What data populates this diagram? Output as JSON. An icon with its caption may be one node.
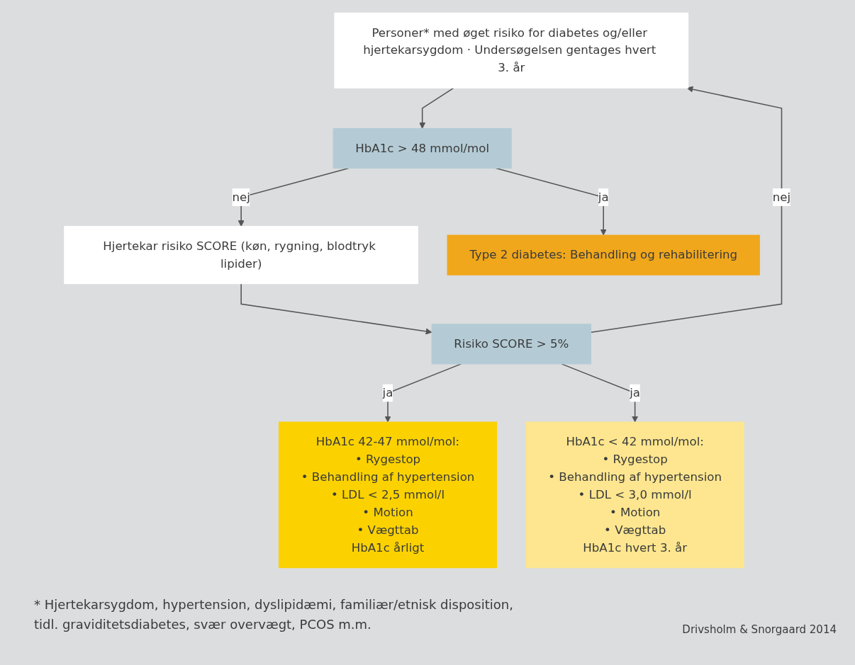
{
  "diagram": {
    "nodes": [
      {
        "text": [
          "Personer* med øget risiko for diabetes og/eller hjertekarsygdom · Undersøgelsen gentages hvert 3. år"
        ]
      },
      {
        "text": [
          "HbA1c > 48 mmol/mol"
        ]
      },
      {
        "text": [
          "Hjertekar risiko SCORE (køn, rygning, blodtryk lipider)"
        ]
      },
      {
        "text": [
          "Risiko SCORE > 5%"
        ]
      },
      {
        "text": [
          "Type 2 diabetes: Behandling og rehabilitering"
        ]
      },
      {
        "text": [
          "HbA1c 42-47 mmol/mol:",
          "• Rygestop",
          "• Behandling af hypertension",
          "• LDL < 2,5 mmol/l",
          "• Motion",
          "• Vægttab",
          "HbA1c årligt"
        ]
      },
      {
        "text": [
          "HbA1c < 42 mmol/mol:",
          "• Rygestop",
          "• Behandling af hypertension",
          "• LDL < 3,0 mmol/l",
          "• Motion",
          "• Vægttab",
          "HbA1c hvert 3. år"
        ]
      }
    ],
    "edges": [
      {
        "from": 0,
        "to": 1,
        "arrow": "to"
      },
      {
        "from": 1,
        "to": 2,
        "arrow": "to",
        "label": "nej"
      },
      {
        "from": 2,
        "to": 3,
        "arrow": "to"
      },
      {
        "from": 3,
        "to": 0,
        "arrow": "to",
        "label": "nej"
      },
      {
        "from": 1,
        "to": 4,
        "arrow": "to",
        "label": "ja"
      },
      {
        "from": 3,
        "to": 5,
        "arrow": "to",
        "label": "ja"
      },
      {
        "from": 3,
        "to": 6,
        "arrow": "to",
        "label": "ja"
      }
    ],
    "labels": [
      "* Hjertekarsygdom, hypertension, dyslipidæmi, familiær/etnisk disposition, tidl. graviditetsdiabetes, svær overvægt, PCOS m.m.",
      "Drivsholm & Snorgaard 2014"
    ]
  }
}
